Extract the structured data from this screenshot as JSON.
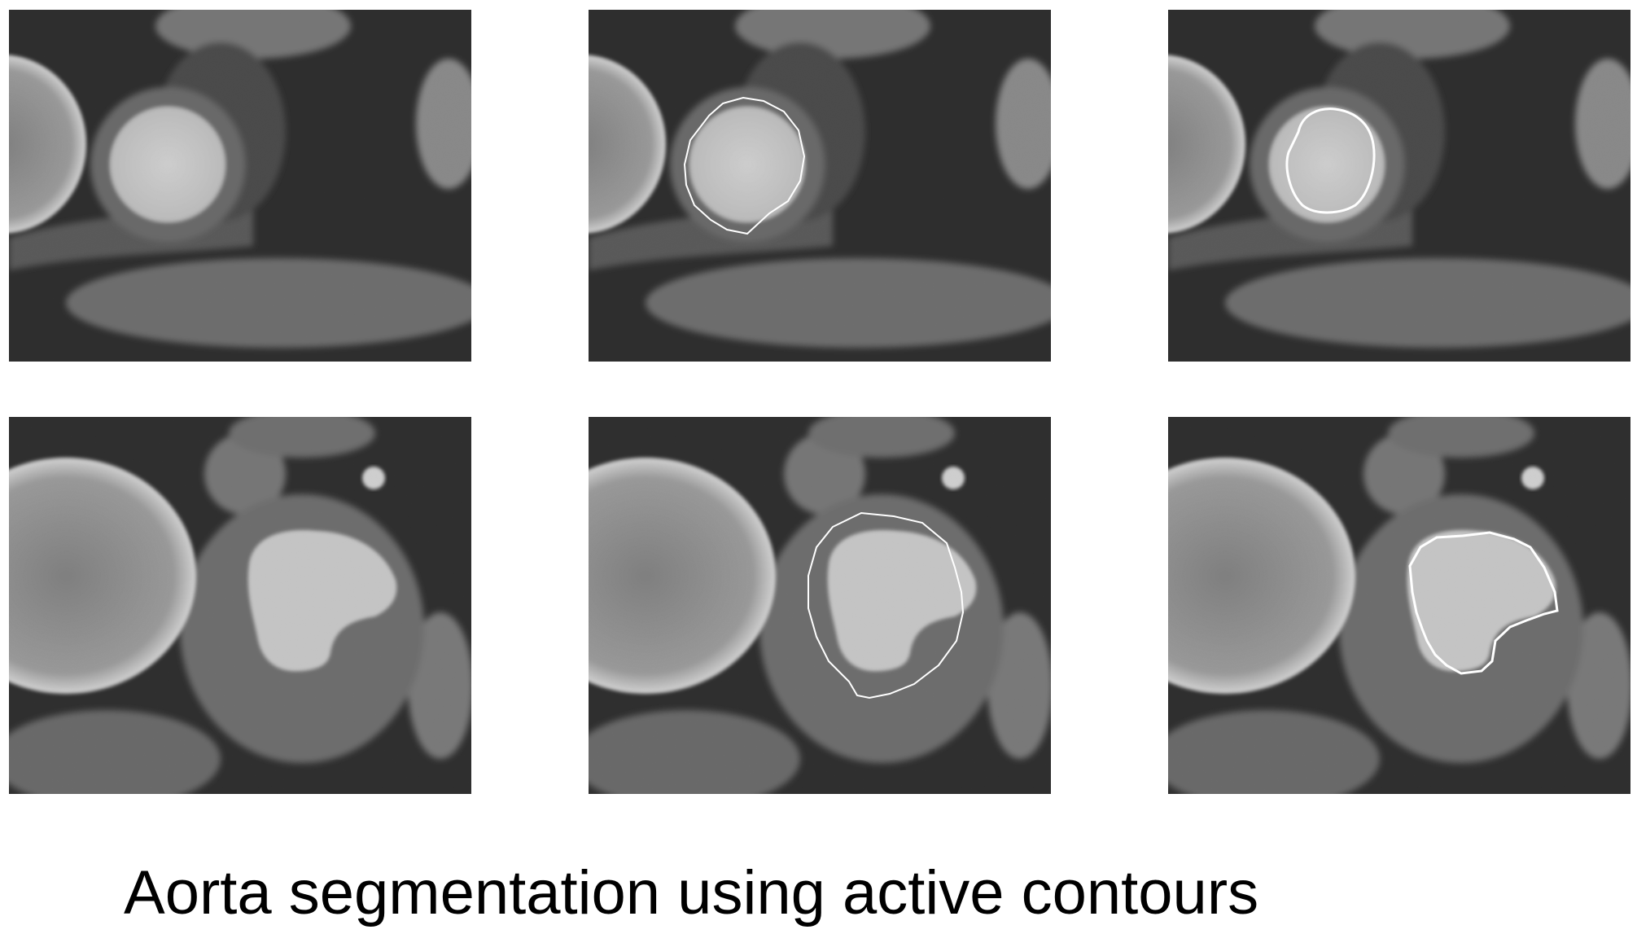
{
  "caption": "Aorta segmentation using active contours",
  "colors": {
    "background": "#ffffff",
    "scan_dark": "#2f2f2f",
    "tissue_mid": "#6a6a6a",
    "vessel_bright": "#c8c8c8",
    "contour": "#ffffff",
    "caption_text": "#000000"
  },
  "panels": [
    {
      "name": "top-original-scan",
      "contour": "none"
    },
    {
      "name": "top-initial-contour-scan",
      "contour": "initial"
    },
    {
      "name": "top-final-contour-scan",
      "contour": "final"
    },
    {
      "name": "bottom-original-scan",
      "contour": "none"
    },
    {
      "name": "bottom-initial-contour-scan",
      "contour": "initial"
    },
    {
      "name": "bottom-final-contour-scan",
      "contour": "final"
    }
  ]
}
